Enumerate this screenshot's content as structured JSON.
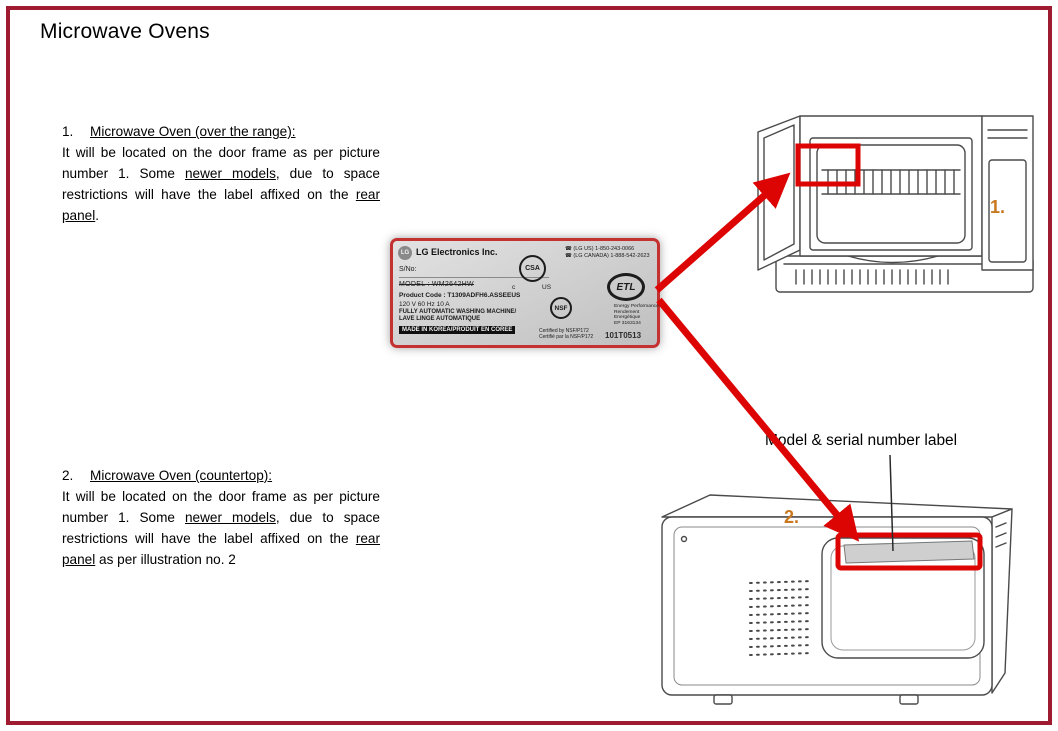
{
  "page": {
    "title": "Microwave Ovens"
  },
  "sections": [
    {
      "number": "1.",
      "heading": "Microwave Oven (over the range):",
      "body_parts": [
        "It will be located on the door frame as per picture number 1.  Some ",
        "newer models",
        ", due to space restrictions will have the label affixed on the ",
        "rear panel",
        "."
      ]
    },
    {
      "number": "2.",
      "heading": "Microwave Oven (countertop):",
      "body_parts": [
        "It will be located on the door frame as per picture number 1.  Some ",
        "newer models",
        ", due to space restrictions will have the label affixed on the ",
        "rear panel",
        " as per illustration no. 2"
      ]
    }
  ],
  "figures": {
    "fig1": "1.",
    "fig2": "2."
  },
  "callout": {
    "text": "Model & serial number label"
  },
  "label_plate": {
    "logo_text": "LG",
    "brand": "LG Electronics Inc.",
    "serial_caption": "S/No:",
    "model_line": "MODEL : WM2642HW",
    "product_code": "Product Code : T1309ADFH6.ASSEEUS",
    "electrical": "120 V   60 Hz   10 A",
    "appliance_type_en": "FULLY AUTOMATIC WASHING MACHINE/",
    "appliance_type_fr": "LAVE LINGE AUTOMATIQUE",
    "origin": "MADE IN KOREA/PRODUIT EN COREE",
    "phone_us": "☎ (LG US) 1-850-243-0066",
    "phone_canada": "☎ (LG CANADA) 1-888-542-2623",
    "csa_mark": "CSA",
    "csa_c": "c",
    "csa_us": "US",
    "nsf_mark": "NSF",
    "etl_mark": "ETL",
    "energy_line1": "Energy Performance",
    "energy_line2": "Rendement",
    "energy_line3": "Energétique",
    "energy_line4": "EP 3163134",
    "certified_en": "Certified by NSF/P172",
    "certified_fr": "Certifié par la NSF/P172",
    "print_code": "101T0513"
  },
  "colors": {
    "border_maroon": "#9e1b32",
    "arrow_red": "#dd0404",
    "figure_orange": "#c9781f"
  }
}
